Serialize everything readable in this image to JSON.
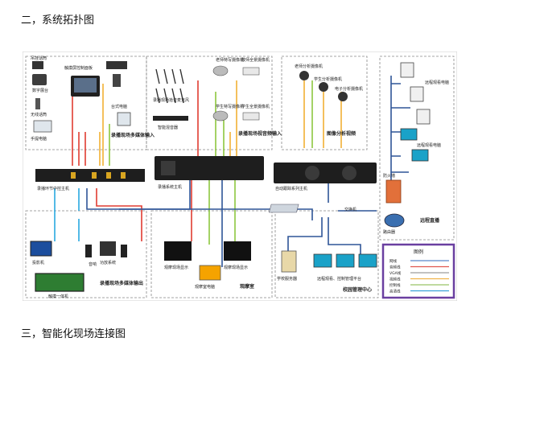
{
  "headings": {
    "section2": "二，系统拓扑图",
    "section3": "三，智能化现场连接图"
  },
  "diagram": {
    "groups": {
      "recording_media_input": "录播现场多媒体输入",
      "recording_av_input": "录播现场视音频输入",
      "image_analysis": "图像分析视频",
      "recording_media_output": "录播现场多媒体输出",
      "observation_room": "观摩室",
      "campus_mgmt": "校园管理中心",
      "remote_live": "远程直播"
    },
    "labels": {
      "ceiling_mic": "吊挂话筒",
      "touch_panel": "触摸屏控制面板",
      "doc_camera": "数字展台",
      "wireless_mic": "无线话筒",
      "desktop_pc": "台式电脑",
      "laptop": "手提电脑",
      "teacher_cam": "老师特写摄像机",
      "teacher_pano": "教师全景摄像机",
      "student_cam": "学生特写摄像机",
      "student_pano": "学生全景摄像机",
      "mic_array": "录播现场拾音麦克风",
      "mixer": "智能混音器",
      "analysis_cam1": "老师分析摄像机",
      "analysis_cam2": "学生分析摄像机",
      "analysis_cam3": "电子分析摄像机",
      "matrix_host": "录播环节中控主机",
      "recording_host": "录播系统主机",
      "tracking_host": "自动跟踪系列主机",
      "projector": "投影机",
      "speakers": "音响",
      "amplifier": "功放系统",
      "whiteboard": "触摸一体机",
      "obs_monitor1": "观摩现场显示",
      "obs_monitor2": "观摩现场显示",
      "obs_pc": "观摩室电脑",
      "school_server": "学校服务器",
      "campus_view": "远程观看、控制管理平台",
      "remote_pc1": "远程观看电脑",
      "remote_pc2": "远程观看电脑",
      "switch": "交换机",
      "firewall": "防火墙",
      "router": "路由器"
    },
    "legend": {
      "title": "图例",
      "items": [
        {
          "label": "网线",
          "color": "#5b88c9"
        },
        {
          "label": "音频线",
          "color": "#e0574f"
        },
        {
          "label": "VGA线",
          "color": "#9e9e9e"
        },
        {
          "label": "视频线",
          "color": "#f0b44c"
        },
        {
          "label": "控制线",
          "color": "#9ac466"
        },
        {
          "label": "高清线",
          "color": "#3aa0d8"
        }
      ]
    },
    "colors": {
      "network": "#2f5597",
      "audio": "#e03c31",
      "vga": "#8c8c8c",
      "video": "#f2b134",
      "control": "#8dc63f",
      "hd": "#29a8e0",
      "frame": "#8a4db3"
    }
  }
}
